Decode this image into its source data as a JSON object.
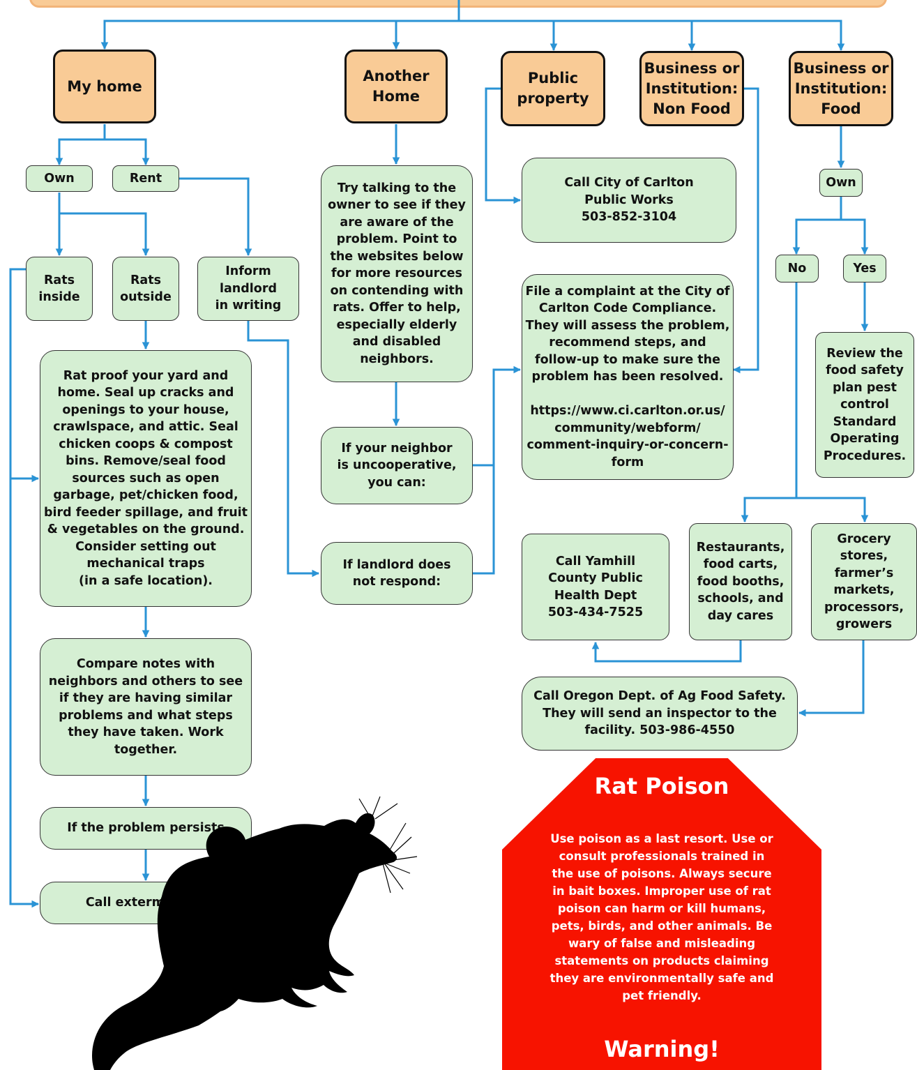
{
  "categories": {
    "my_home": "My home",
    "another_home": "Another\nHome",
    "public_property": "Public\nproperty",
    "biz_nonfood": "Business or\nInstitution:\nNon Food",
    "biz_food": "Business or\nInstitution:\nFood"
  },
  "labels": {
    "own": "Own",
    "rent": "Rent",
    "own_food": "Own",
    "no": "No",
    "yes": "Yes"
  },
  "boxes": {
    "rats_inside": "Rats\ninside",
    "rats_outside": "Rats\noutside",
    "inform_landlord": "Inform\nlandlord\nin writing",
    "rat_proof": "Rat proof your yard and\nhome. Seal up cracks and\nopenings to your house,\ncrawlspace, and attic. Seal\nchicken coops & compost\nbins. Remove/seal food\nsources such as open\ngarbage, pet/chicken food,\nbird feeder spillage, and fruit\n& vegetables on the ground.\nConsider setting out\nmechanical traps\n(in a safe location).",
    "compare_notes": "Compare notes with\nneighbors and others to see\nif they are having similar\nproblems and what steps\nthey have taken. Work\ntogether.",
    "persists": "If the problem persists",
    "exterminator": "Call  exterminator",
    "talk_owner": "Try talking to the\nowner to see if they\nare aware of the\nproblem. Point to\nthe websites below\nfor more resources\non contending with\nrats. Offer to help,\nespecially elderly\nand disabled\nneighbors.",
    "uncooperative": "If your neighbor\nis uncooperative,\nyou can:",
    "landlord_no_response": "If landlord does\nnot respond:",
    "public_works": "Call City of Carlton\nPublic Works\n503-852-3104",
    "complaint": "File a complaint at the City of\nCarlton Code Compliance.\nThey will assess the problem,\nrecommend steps, and\nfollow-up to make sure the\nproblem has been resolved.\n\nhttps://www.ci.carlton.or.us/\ncommunity/webform/\ncomment-inquiry-or-concern-\nform",
    "food_safety_plan": "Review the\nfood safety\nplan pest\ncontrol\nStandard\nOperating\nProcedures.",
    "yamhill": "Call Yamhill\nCounty Public\nHealth Dept\n503-434-7525",
    "restaurants": "Restaurants,\nfood carts,\nfood booths,\nschools, and\nday cares",
    "grocery": "Grocery\nstores,\nfarmer’s\nmarkets,\nprocessors,\ngrowers",
    "oregon_ag": "Call Oregon Dept. of Ag Food Safety.\nThey will send an inspector to the\nfacility. 503-986-4550"
  },
  "warning": {
    "title": "Rat Poison",
    "text": "Use poison as a last resort. Use or\nconsult professionals trained in\nthe use of poisons. Always secure\nin bait boxes. Improper use of rat\npoison can harm or kill humans,\npets, birds, and other animals. Be\nwary of false and misleading\nstatements on products claiming\nthey are environmentally safe and\npet friendly.",
    "footer": "Warning!"
  },
  "colors": {
    "category_fill": "#f9cb96",
    "box_fill": "#d5efd3",
    "connector": "#2a93d5",
    "stop_sign": "#f71300",
    "rat": "#000000"
  }
}
